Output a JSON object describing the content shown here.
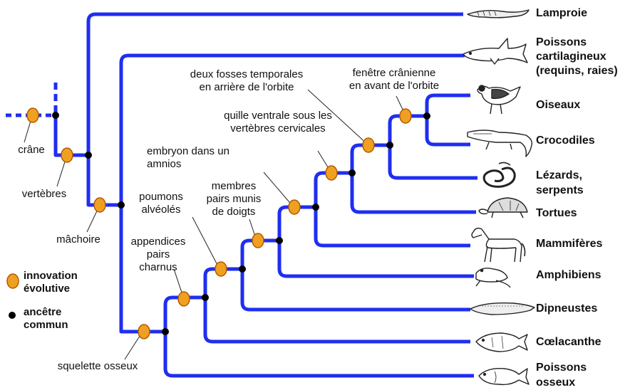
{
  "taxa": [
    {
      "id": "lamproie",
      "lines": [
        "Lamproie"
      ],
      "icon": "lamprey-icon"
    },
    {
      "id": "poissons-cartilagineux",
      "lines": [
        "Poissons",
        "cartilagineux",
        "(requins, raies)"
      ],
      "icon": "shark-icon"
    },
    {
      "id": "oiseaux",
      "lines": [
        "Oiseaux"
      ],
      "icon": "bird-icon"
    },
    {
      "id": "crocodiles",
      "lines": [
        "Crocodiles"
      ],
      "icon": "crocodile-icon"
    },
    {
      "id": "lezards-serpents",
      "lines": [
        "Lézards,",
        "serpents"
      ],
      "icon": "snake-icon"
    },
    {
      "id": "tortues",
      "lines": [
        "Tortues"
      ],
      "icon": "turtle-icon"
    },
    {
      "id": "mammiferes",
      "lines": [
        "Mammifères"
      ],
      "icon": "horse-icon"
    },
    {
      "id": "amphibiens",
      "lines": [
        "Amphibiens"
      ],
      "icon": "frog-icon"
    },
    {
      "id": "dipneustes",
      "lines": [
        "Dipneustes"
      ],
      "icon": "lungfish-icon"
    },
    {
      "id": "coelacanthe",
      "lines": [
        "Cœlacanthe"
      ],
      "icon": "coelacanth-icon"
    },
    {
      "id": "poissons-osseux",
      "lines": [
        "Poissons",
        "osseux"
      ],
      "icon": "bony-fish-icon"
    }
  ],
  "innovations": [
    {
      "id": "crane",
      "lines": [
        "crâne"
      ]
    },
    {
      "id": "vertebres",
      "lines": [
        "vertèbres"
      ]
    },
    {
      "id": "machoire",
      "lines": [
        "mâchoire"
      ]
    },
    {
      "id": "squelette-osseux",
      "lines": [
        "squelette osseux"
      ]
    },
    {
      "id": "appendices-pairs-charnus",
      "lines": [
        "appendices",
        "pairs",
        "charnus"
      ]
    },
    {
      "id": "poumons-alveoles",
      "lines": [
        "poumons",
        "alvéolés"
      ]
    },
    {
      "id": "membres-pairs",
      "lines": [
        "membres",
        "pairs munis",
        "de doigts"
      ]
    },
    {
      "id": "amnios",
      "lines": [
        "embryon dans un",
        "amnios"
      ]
    },
    {
      "id": "quille-ventrale",
      "lines": [
        "quille ventrale sous les",
        "vertèbres cervicales"
      ]
    },
    {
      "id": "fosses-temporales",
      "lines": [
        "deux fosses temporales",
        "en arrière de l'orbite"
      ]
    },
    {
      "id": "fenetre-cranienne",
      "lines": [
        "fenêtre crânienne",
        "en avant de l'orbite"
      ]
    }
  ],
  "legend": {
    "innovation": [
      "innovation",
      "évolutive"
    ],
    "ancestor": [
      "ancêtre",
      "commun"
    ]
  },
  "colors": {
    "branch": "#1f2ef0",
    "innovation_fill": "#f0a020",
    "innovation_stroke": "#b05800",
    "node": "#000000"
  }
}
